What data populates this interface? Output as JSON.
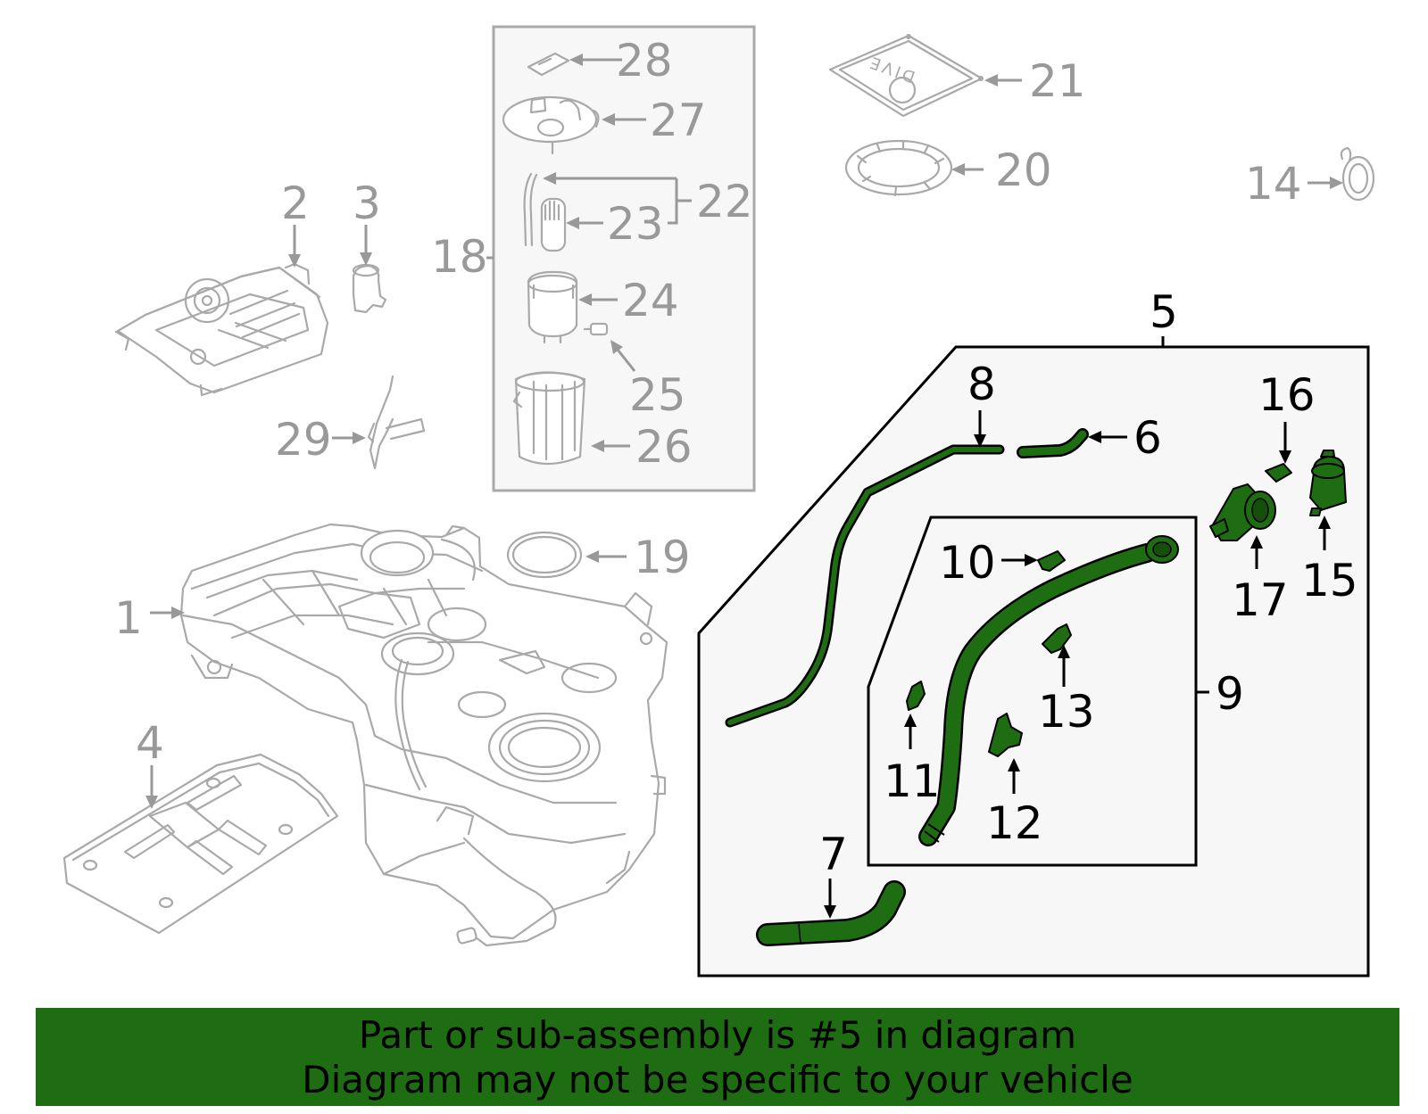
{
  "callouts": {
    "c1": "1",
    "c2": "2",
    "c3": "3",
    "c4": "4",
    "c5": "5",
    "c6": "6",
    "c7": "7",
    "c8": "8",
    "c9": "9",
    "c10": "10",
    "c11": "11",
    "c12": "12",
    "c13": "13",
    "c14": "14",
    "c15": "15",
    "c16": "16",
    "c17": "17",
    "c18": "18",
    "c19": "19",
    "c20": "20",
    "c21": "21",
    "c22": "22",
    "c23": "23",
    "c24": "24",
    "c25": "25",
    "c26": "26",
    "c27": "27",
    "c28": "28",
    "c29": "29"
  },
  "cover_plate_text": "DIVE",
  "banner": {
    "line1": "Part or sub-assembly is #5 in diagram",
    "line2": "Diagram may not be specific to your vehicle"
  },
  "colors": {
    "highlight_green": "#1f6d12",
    "part_gray": "#a9a9a9",
    "callout_gray": "#999999",
    "box_fill": "#f7f7f7"
  }
}
